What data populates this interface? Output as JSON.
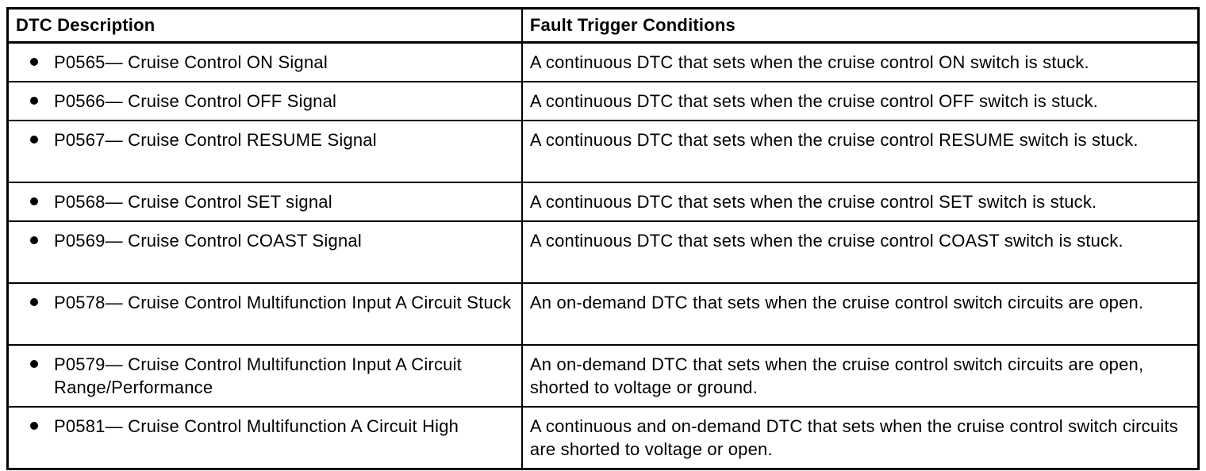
{
  "table": {
    "headers": {
      "dtc_description": "DTC Description",
      "fault_trigger_conditions": "Fault Trigger Conditions"
    },
    "bullet_glyph": "●",
    "rows": [
      {
        "dtc": "P0565— Cruise Control ON Signal",
        "condition": "A continuous DTC that sets when the cruise control ON switch is stuck."
      },
      {
        "dtc": "P0566— Cruise Control OFF Signal",
        "condition": "A continuous DTC that sets when the cruise control OFF switch is stuck."
      },
      {
        "dtc": "P0567— Cruise Control RESUME Signal",
        "condition": "A continuous DTC that sets when the cruise control RESUME switch is stuck."
      },
      {
        "dtc": "P0568— Cruise Control SET signal",
        "condition": "A continuous DTC that sets when the cruise control SET switch is stuck."
      },
      {
        "dtc": "P0569— Cruise Control COAST Signal",
        "condition": "A continuous DTC that sets when the cruise control COAST switch is stuck."
      },
      {
        "dtc": "P0578— Cruise Control Multifunction Input A Circuit Stuck",
        "condition": "An on-demand DTC that sets when the cruise control switch circuits are open."
      },
      {
        "dtc": "P0579— Cruise Control Multifunction Input A Circuit Range/Performance",
        "condition": "An on-demand DTC that sets when the cruise control switch circuits are open, shorted to voltage or ground."
      },
      {
        "dtc": "P0581— Cruise Control Multifunction A Circuit High",
        "condition": "A continuous and on-demand DTC that sets when the cruise control switch circuits are shorted to voltage or open."
      }
    ]
  }
}
